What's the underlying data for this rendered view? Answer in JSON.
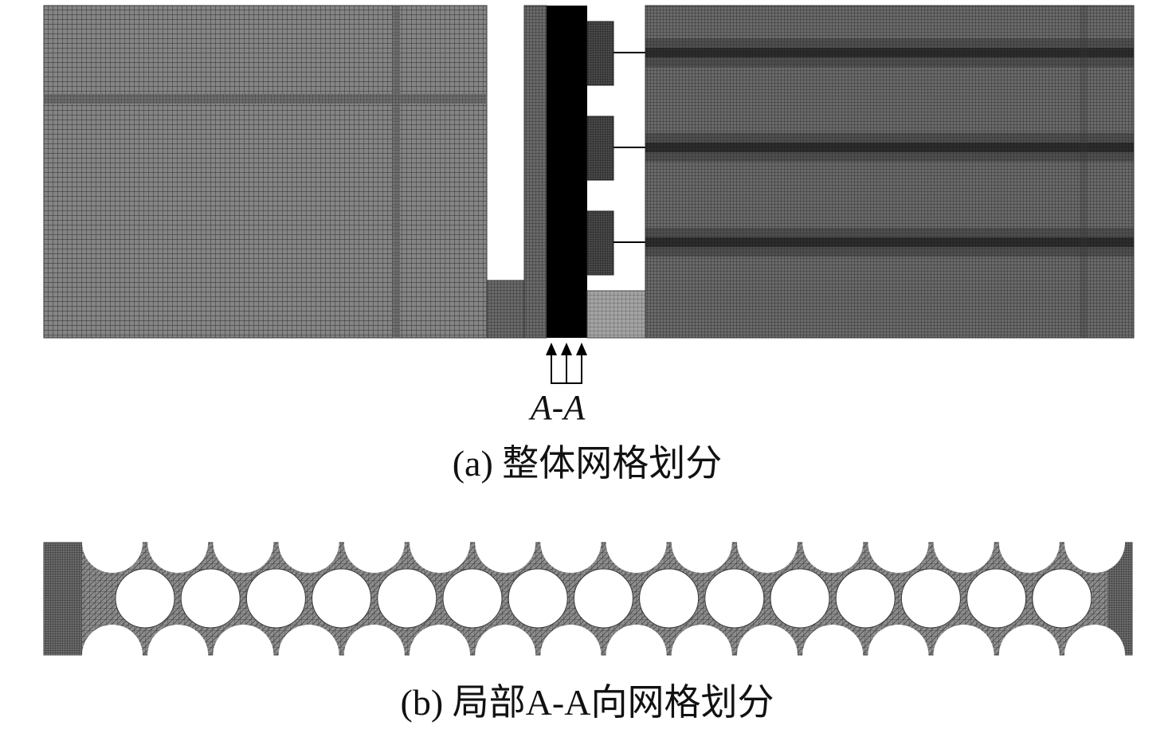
{
  "section_label": "A-A",
  "caption_a": "(a) 整体网格划分",
  "caption_b": "(b) 局部A-A向网格划分",
  "colors": {
    "mesh_fill": "#7a7a7a",
    "mesh_line": "#2a2a2a",
    "mesh_dense_fill": "#5e5e5e",
    "solid_core": "#000000",
    "background": "#ffffff",
    "line": "#000000"
  },
  "icons": [
    "up-arrow-icon",
    "up-arrow-icon",
    "up-arrow-icon"
  ]
}
